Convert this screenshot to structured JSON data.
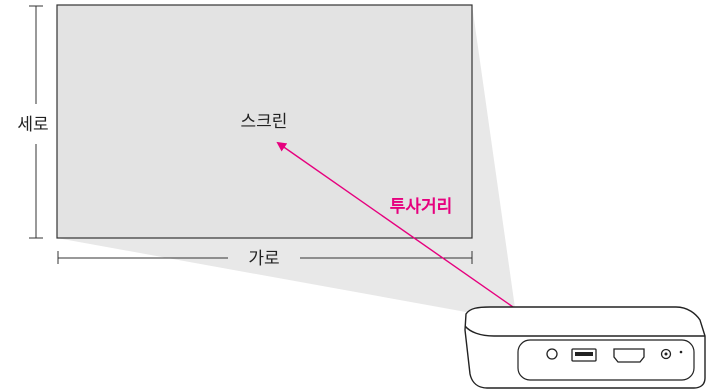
{
  "labels": {
    "screen": "스크린",
    "height": "세로",
    "width": "가로",
    "throw_distance": "투사거리"
  },
  "colors": {
    "accent": "#e6007e",
    "screen_fill": "#e3e3e3",
    "beam_fill": "#e8e8e8",
    "line": "#333333"
  },
  "icons": [
    "audio-jack-icon",
    "usb-port-icon",
    "hdmi-port-icon",
    "power-port-icon",
    "led-indicator-icon"
  ]
}
